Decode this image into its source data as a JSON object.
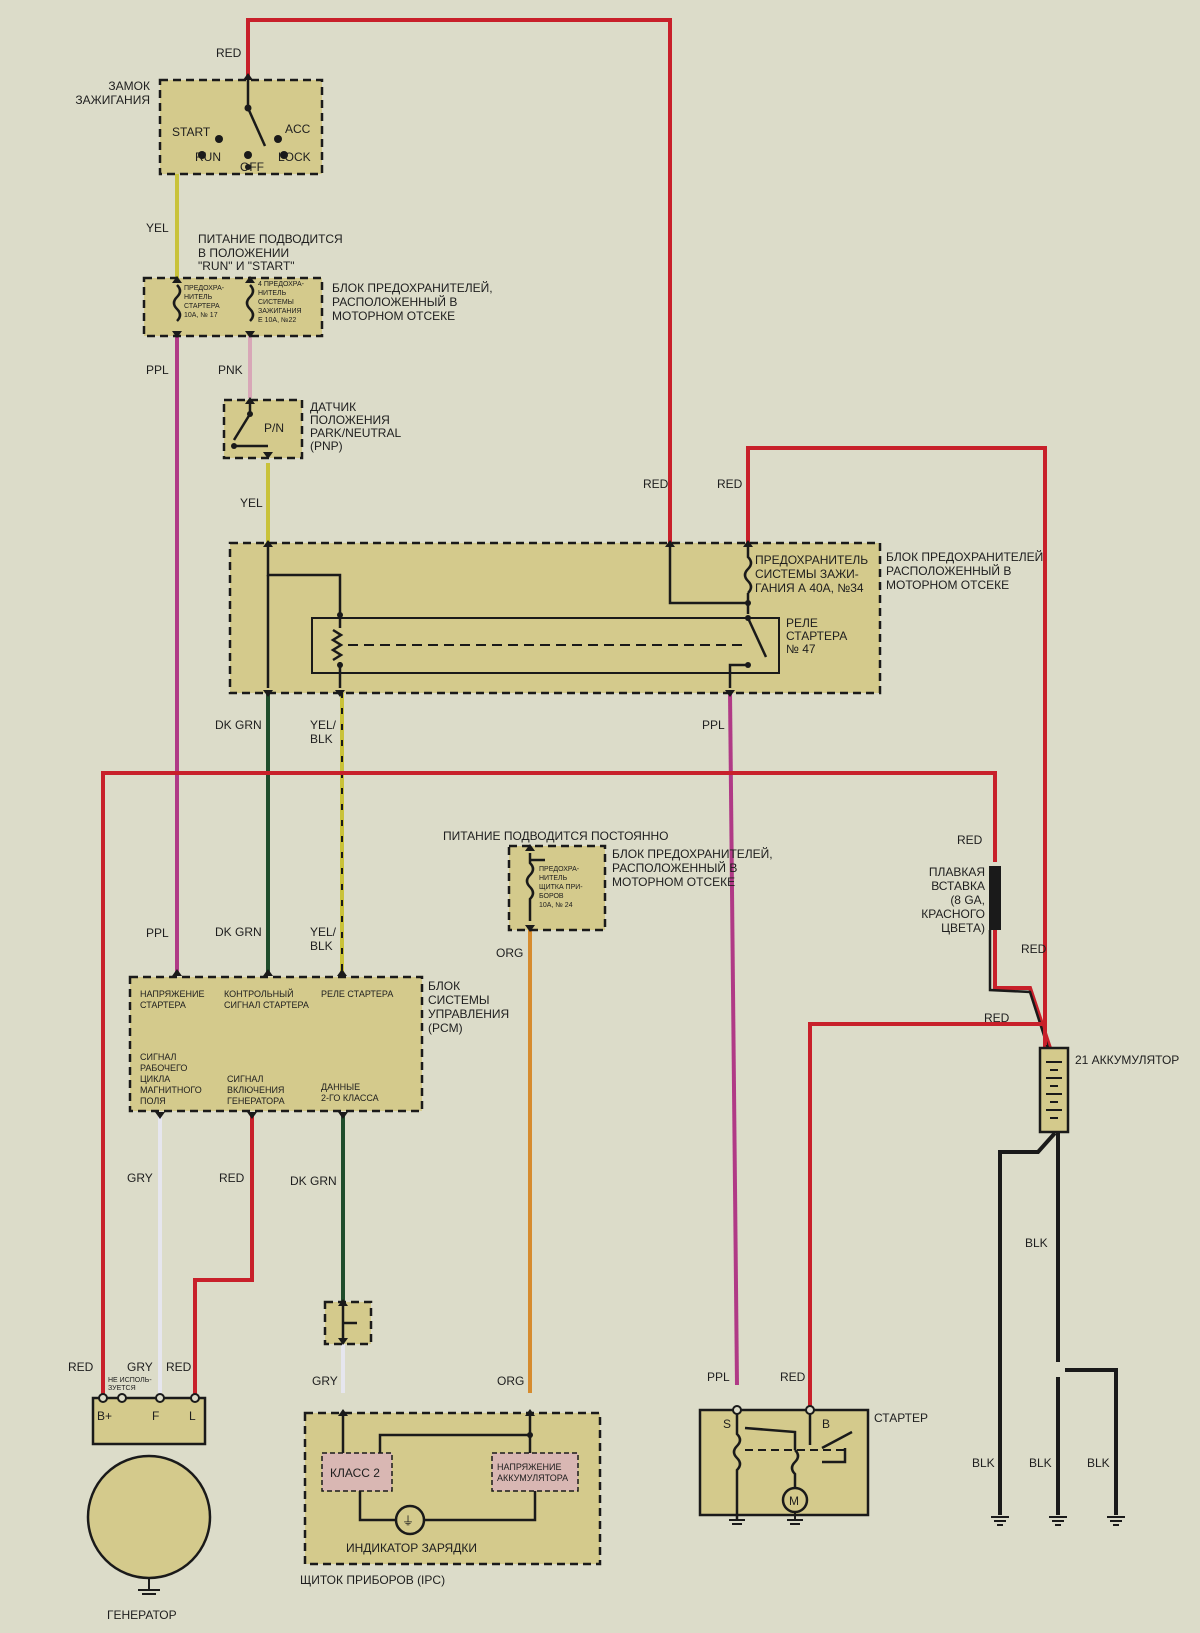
{
  "wire_colors": {
    "RED": "#c8202a",
    "YEL": "#c9c23a",
    "PPL": "#b03a86",
    "PNK": "#d8a7b7",
    "DK GRN": "#1f4d2b",
    "GRY": "#e6e6ee",
    "ORG": "#d68b2e",
    "BLK": "#1a1a1a"
  },
  "components": {
    "ignition_switch": {
      "title": [
        "ЗАМОК",
        "ЗАЖИГАНИЯ"
      ],
      "positions": {
        "start": "START",
        "acc": "ACC",
        "run": "RUN",
        "off": "OFF",
        "lock": "LOCK"
      }
    },
    "fuse_block_top": {
      "power_note": [
        "ПИТАНИЕ ПОДВОДИТСЯ",
        "В ПОЛОЖЕНИИ",
        "\"RUN\" И \"START\""
      ],
      "fuse_left": [
        "ПРЕДОХРА-",
        "НИТЕЛЬ",
        "СТАРТЕРА",
        "10А, № 17"
      ],
      "fuse_right": [
        "4 ПРЕДОХРА-",
        "НИТЕЛЬ",
        "СИСТЕМЫ",
        "ЗАЖИГАНИЯ",
        "Е 10А, №22"
      ],
      "title": [
        "БЛОК ПРЕДОХРАНИТЕЛЕЙ,",
        "РАСПОЛОЖЕННЫЙ В",
        "МОТОРНОМ ОТСЕКЕ"
      ]
    },
    "pnp_switch": {
      "inner": "P/N",
      "title": [
        "ДАТЧИК",
        "ПОЛОЖЕНИЯ",
        "PARK/NEUTRAL",
        "(PNP)"
      ]
    },
    "relay_block": {
      "fuse_label": [
        "ПРЕДОХРАНИТЕЛЬ",
        "СИСТЕМЫ ЗАЖИ-",
        "ГАНИЯ А 40А, №34"
      ],
      "relay_label": [
        "РЕЛЕ",
        "СТАРТЕРА",
        "№ 47"
      ],
      "title": [
        "БЛОК ПРЕДОХРАНИТЕЛЕЙ",
        "РАСПОЛОЖЕННЫЙ В",
        "МОТОРНОМ ОТСЕКЕ"
      ]
    },
    "ipc_fuse": {
      "power_note": "ПИТАНИЕ ПОДВОДИТСЯ ПОСТОЯННО",
      "fuse": [
        "ПРЕДОХРА-",
        "НИТЕЛЬ",
        "ЩИТКА ПРИ-",
        "БОРОВ",
        "10А, № 24"
      ],
      "title": [
        "БЛОК ПРЕДОХРАНИТЕЛЕЙ,",
        "РАСПОЛОЖЕННЫЙ В",
        "МОТОРНОМ ОТСЕКЕ"
      ]
    },
    "fusible_link": {
      "title": [
        "ПЛАВКАЯ",
        "ВСТАВКА",
        "(8 GA,",
        "КРАСНОГО",
        "ЦВЕТА)"
      ]
    },
    "pcm": {
      "title": [
        "БЛОК",
        "СИСТЕМЫ",
        "УПРАВЛЕНИЯ",
        "(PCM)"
      ],
      "pin_starter_voltage": [
        "НАПРЯЖЕНИЕ",
        "СТАРТЕРА"
      ],
      "pin_control_signal": [
        "КОНТРОЛЬНЫЙ",
        "СИГНАЛ СТАРТЕРА"
      ],
      "pin_starter_relay": [
        "РЕЛЕ СТАРТЕРА"
      ],
      "pin_field_duty": [
        "СИГНАЛ",
        "РАБОЧЕГО",
        "ЦИКЛА",
        "МАГНИТНОГО",
        "ПОЛЯ"
      ],
      "pin_gen_enable": [
        "СИГНАЛ",
        "ВКЛЮЧЕНИЯ",
        "ГЕНЕРАТОРА"
      ],
      "pin_class2": [
        "ДАННЫЕ",
        "2-ГО КЛАССА"
      ]
    },
    "battery": {
      "title": "21 АККУМУЛЯТОР"
    },
    "generator": {
      "title": "ГЕНЕРАТОР",
      "unused": [
        "НЕ ИСПОЛЬ-",
        "ЗУЕТСЯ"
      ],
      "terminals": {
        "bplus": "B+",
        "f": "F",
        "l": "L"
      }
    },
    "ipc": {
      "title": "ЩИТОК ПРИБОРОВ (IPC)",
      "class2": "КЛАСС 2",
      "battery_voltage": [
        "НАПРЯЖЕНИЕ",
        "АККУМУЛЯТОРА"
      ],
      "charge_indicator": "ИНДИКАТОР ЗАРЯДКИ"
    },
    "starter": {
      "title": "СТАРТЕР",
      "terminal_s": "S",
      "terminal_b": "B",
      "motor": "M"
    }
  },
  "wire_labels": {
    "red_top": "RED",
    "yel_1": "YEL",
    "ppl_1": "PPL",
    "pnk_1": "PNK",
    "yel_2": "YEL",
    "red_mid_1": "RED",
    "red_mid_2": "RED",
    "dkgrn_1": "DK GRN",
    "yelblk_1": [
      "YEL/",
      "BLK"
    ],
    "ppl_2": "PPL",
    "red_link": "RED",
    "ppl_3": "PPL",
    "dkgrn_2": "DK GRN",
    "yelblk_2": [
      "YEL/",
      "BLK"
    ],
    "org_1": "ORG",
    "red_batt_1": "RED",
    "red_batt_2": "RED",
    "gry_1": "GRY",
    "red_gen": "RED",
    "dkgrn_3": "DK GRN",
    "blk_1": "BLK",
    "red_gen_2": "RED",
    "gry_2": "GRY",
    "red_gen_3": "RED",
    "gry_3": "GRY",
    "org_2": "ORG",
    "ppl_4": "PPL",
    "red_starter": "RED",
    "blk_2": "BLK",
    "blk_3": "BLK",
    "blk_4": "BLK"
  }
}
